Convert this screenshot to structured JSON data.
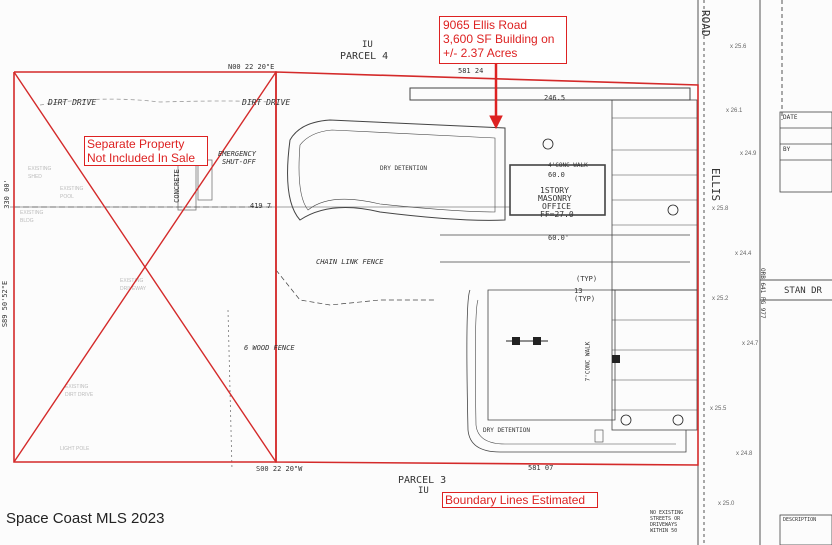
{
  "callout": {
    "line1": "9065 Ellis Road",
    "line2": "3,600 SF Building on",
    "line3": "+/- 2.37 Acres"
  },
  "separate_property": {
    "line1": "Separate Property",
    "line2": "Not Included In Sale"
  },
  "boundary_note": "Boundary Lines Estimated",
  "watermark": "Space Coast MLS 2023",
  "labels": {
    "parcel_north": "PARCEL 4",
    "iu_north": "IU",
    "parcel_south": "PARCEL 3",
    "iu_south": "IU",
    "bearing_north": "N00 22 20\"E",
    "bearing_south": "S00 22 20\"W",
    "dim_north": "581 24",
    "dim_south": "581 07",
    "dim_west": "330 00'",
    "dim_west_bearing": "S89 50'52\"E",
    "dim_center": "419 7",
    "dirt_drive_1": "DIRT DRIVE",
    "dirt_drive_2": "DIRT DRIVE",
    "emergency": "EMERGENCY",
    "shutoff": "SHUT-OFF",
    "concrete": "CONCRETE",
    "dry_detention_1": "DRY DETENTION",
    "dry_detention_2": "DRY DETENTION",
    "chain_link": "CHAIN LINK FENCE",
    "wood_fence": "6 WOOD FENCE",
    "office_1": "1STORY",
    "office_2": "MASONRY",
    "office_3": "OFFICE",
    "office_4": "FF=27.0",
    "road": "ROAD",
    "ellis": "ELLIS",
    "stan_dr": "STAN DR",
    "orb": "ORB 641 PG 977",
    "dim_246": "246.5",
    "dim_600a": "60.0",
    "dim_600b": "60.0'",
    "dim_typ1": "(TYP)",
    "dim_typ2": "13\n(TYP)",
    "conc_walk_1": "4'CONC WALK",
    "conc_walk_2": "7'CONC WALK",
    "no_existing": "NO EXISTING STREETS OR DRIVEWAYS WITHIN 50",
    "description": "DESCRIPTION",
    "date_label": "DATE",
    "by_label": "BY"
  }
}
